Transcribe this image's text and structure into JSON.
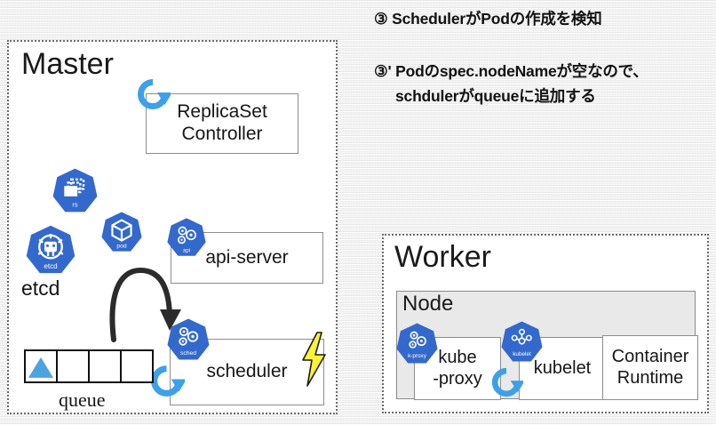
{
  "annotations": {
    "note3": "③ SchedulerがPodの作成を検知",
    "note3prime_line1": "③' Podのspec.nodeNameが空なので、",
    "note3prime_line2": "schdulerがqueueに追加する"
  },
  "master": {
    "title": "Master",
    "replicaset_controller": {
      "line1": "ReplicaSet",
      "line2": "Controller"
    },
    "api_server": {
      "label": "api-server"
    },
    "scheduler": {
      "label": "scheduler"
    },
    "etcd_label": "etcd",
    "queue_label": "queue",
    "queue_cells": [
      {
        "filled": true
      },
      {
        "filled": false
      },
      {
        "filled": false
      },
      {
        "filled": false
      }
    ],
    "icons": [
      {
        "name": "k8s-replicaset-icon",
        "caption": "rs"
      },
      {
        "name": "k8s-pod-icon",
        "caption": "pod"
      },
      {
        "name": "k8s-etcd-icon",
        "caption": "etcd"
      },
      {
        "name": "k8s-apiserver-icon",
        "caption": "api"
      },
      {
        "name": "k8s-scheduler-icon",
        "caption": "sched"
      }
    ]
  },
  "worker": {
    "title": "Worker",
    "node": {
      "title": "Node",
      "kube_proxy": {
        "line1": "kube",
        "line2": "-proxy"
      },
      "kubelet": {
        "label": "kubelet"
      },
      "container_runtime": {
        "line1": "Container",
        "line2": "Runtime"
      },
      "icons": [
        {
          "name": "k8s-kube-proxy-icon",
          "caption": "k-proxy"
        },
        {
          "name": "k8s-kubelet-icon",
          "caption": "kubelet"
        }
      ]
    }
  },
  "colors": {
    "k8s_blue": "#3369CC",
    "k8s_blue_light": "#4A7FD6",
    "refresh_blue": "#3DA0E8",
    "triangle_blue": "#4DA3E0",
    "lightning_yellow": "#FFF233",
    "node_bg": "#E9E9E9",
    "border_gray": "#8D8D8D",
    "dotted_border": "#6B6B6B",
    "text_dark": "#141414",
    "page_bg": "#F2F2F2"
  }
}
